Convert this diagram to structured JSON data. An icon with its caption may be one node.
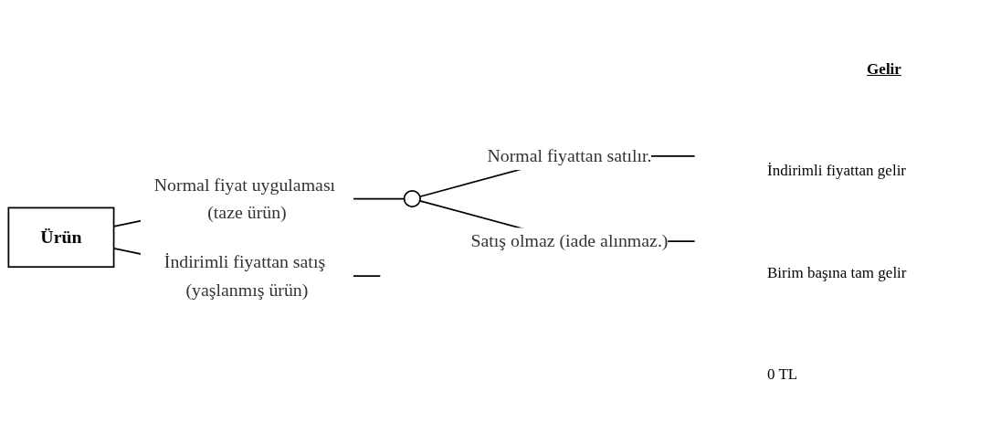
{
  "diagram": {
    "nodes": [
      {
        "text": [
          "Ürün"
        ]
      },
      {
        "text": [],
        "shape": "circle"
      }
    ],
    "edges": [
      {
        "from": 0,
        "to": null,
        "arrow": "none",
        "label": "İndirimli fiyattan satış (yaşlanmış ürün)"
      },
      {
        "from": 0,
        "to": 1,
        "arrow": "none",
        "label": "Normal fiyat uygulaması (taze ürün)"
      },
      {
        "from": 1,
        "to": null,
        "arrow": "none",
        "label": "Normal fiyattan satılır."
      },
      {
        "from": 1,
        "to": null,
        "arrow": "none",
        "label": "Satış olmaz (iade alınmaz.)"
      }
    ],
    "labels": [
      "Gelir",
      "İndirimli fiyattan gelir",
      "Birim başına tam gelir",
      "0 TL"
    ]
  }
}
